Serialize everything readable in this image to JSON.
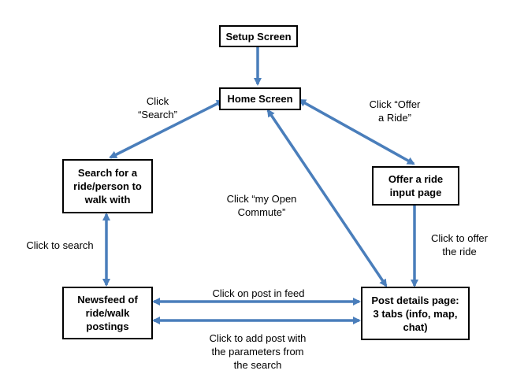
{
  "colors": {
    "arrow": "#4a7ebb",
    "box_border": "#000000",
    "text": "#000000"
  },
  "nodes": {
    "setup": "Setup Screen",
    "home": "Home Screen",
    "search": "Search for a\nride/person to\nwalk with",
    "offer": "Offer a ride\ninput page",
    "newsfeed": "Newsfeed of\nride/walk\npostings",
    "post_details": "Post details page:\n3 tabs (info, map,\nchat)"
  },
  "edges": {
    "home_search": "Click\n“Search”",
    "home_offer": "Click “Offer\na Ride”",
    "home_post": "Click “my Open\nCommute”",
    "search_newsfeed": "Click to search",
    "offer_post": "Click to offer\nthe ride",
    "newsfeed_post": "Click on post in feed",
    "post_newsfeed": "Click to add post with\nthe parameters from\nthe search"
  }
}
